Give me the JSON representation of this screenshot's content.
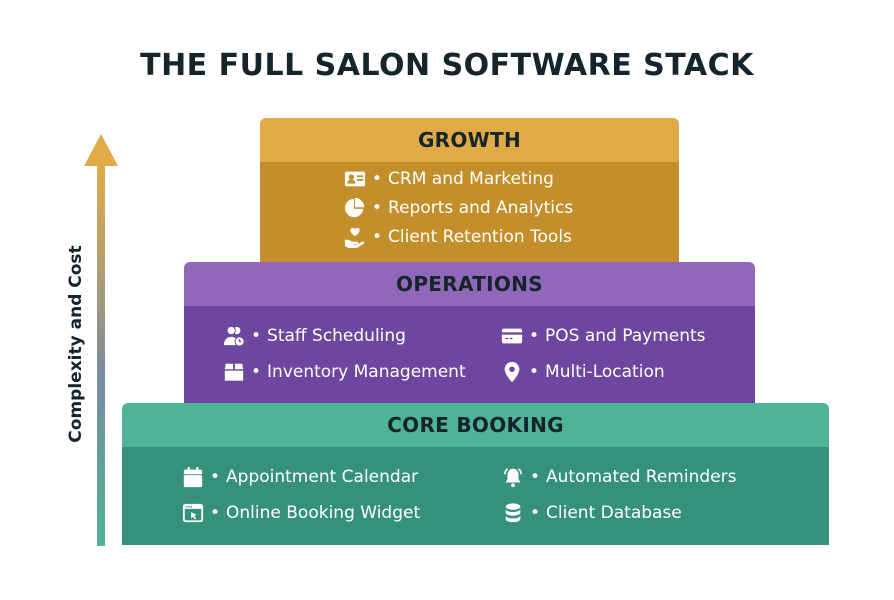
{
  "title": "THE FULL SALON SOFTWARE STACK",
  "axis": {
    "label": "Complexity and Cost",
    "gradient_colors": [
      "#e0ab47",
      "#7a8aa0",
      "#4fb396"
    ]
  },
  "tiers": {
    "growth": {
      "label": "GROWTH",
      "header_color": "#e0ab47",
      "body_color": "#c28f2b",
      "items": [
        {
          "icon": "contact-card-icon",
          "bullet": "•",
          "label": "CRM and Marketing"
        },
        {
          "icon": "pie-chart-icon",
          "bullet": "•",
          "label": "Reports and Analytics"
        },
        {
          "icon": "hand-heart-icon",
          "bullet": "•",
          "label": "Client Retention Tools"
        }
      ]
    },
    "operations": {
      "label": "OPERATIONS",
      "header_color": "#9167b9",
      "body_color": "#6d479f",
      "items": [
        {
          "icon": "staff-clock-icon",
          "bullet": "•",
          "label": "Staff Scheduling"
        },
        {
          "icon": "credit-card-icon",
          "bullet": "•",
          "label": "POS and Payments"
        },
        {
          "icon": "box-icon",
          "bullet": "•",
          "label": "Inventory Management"
        },
        {
          "icon": "map-pin-icon",
          "bullet": "•",
          "label": "Multi-Location"
        }
      ]
    },
    "core": {
      "label": "CORE BOOKING",
      "header_color": "#4fb396",
      "body_color": "#36917a",
      "items": [
        {
          "icon": "calendar-icon",
          "bullet": "•",
          "label": "Appointment Calendar"
        },
        {
          "icon": "bell-ringing-icon",
          "bullet": "•",
          "label": "Automated Reminders"
        },
        {
          "icon": "browser-cursor-icon",
          "bullet": "•",
          "label": "Online Booking Widget"
        },
        {
          "icon": "database-icon",
          "bullet": "•",
          "label": "Client Database"
        }
      ]
    }
  }
}
